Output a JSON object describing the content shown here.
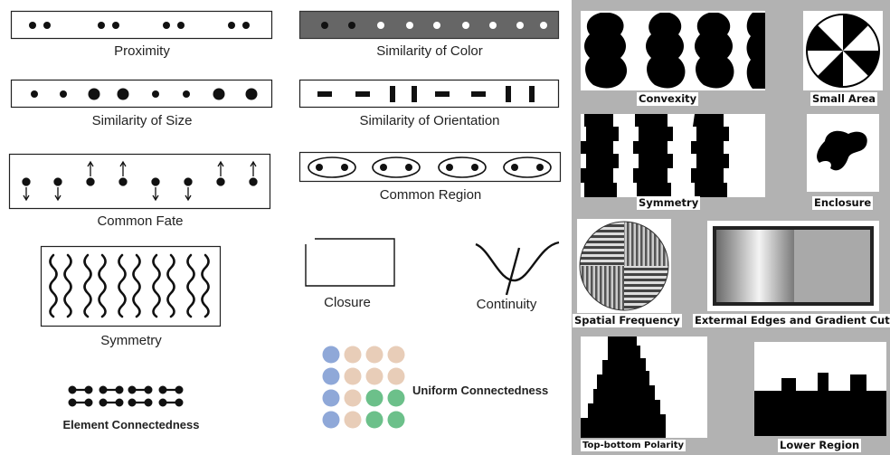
{
  "left_labels": {
    "proximity": "Proximity",
    "similarity_of_color": "Similarity of Color",
    "similarity_of_size": "Similarity of Size",
    "similarity_of_orientation": "Similarity of Orientation",
    "common_fate": "Common Fate",
    "common_region": "Common Region",
    "symmetry": "Symmetry",
    "closure": "Closure",
    "continuity": "Continuity",
    "element_connectedness": "Element Connectedness",
    "uniform_connectedness": "Uniform Connectedness"
  },
  "right_labels": {
    "convexity": "Convexity",
    "small_area": "Small Area",
    "symmetry": "Symmetry",
    "enclosure": "Enclosure",
    "spatial_frequency": "Spatial Frequency",
    "external_edges": "Extermal Edges and Gradient Cuts",
    "top_bottom_polarity": "Top-bottom Polarity",
    "lower_region": "Lower Region"
  },
  "colors": {
    "panel_bg": "#b2b2b2",
    "blue_circle": "#8fa8d8",
    "peach_circle": "#e8cdb8",
    "green_circle": "#6cc08a",
    "dark_band": "#555555"
  }
}
